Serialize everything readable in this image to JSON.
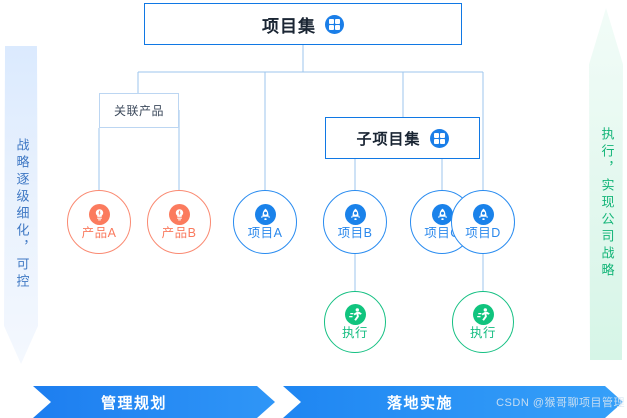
{
  "diagram": {
    "title_box": {
      "label": "项目集",
      "icon": "grid-icon"
    },
    "sub_box": {
      "label": "子项目集",
      "icon": "grid-icon"
    },
    "related_box": {
      "label": "关联产品"
    }
  },
  "nodes": {
    "products": [
      {
        "label": "产品A",
        "icon": "lightbulb-icon"
      },
      {
        "label": "产品B",
        "icon": "lightbulb-icon"
      }
    ],
    "projects": [
      {
        "label": "项目A",
        "icon": "rocket-icon"
      },
      {
        "label": "项目B",
        "icon": "rocket-icon"
      },
      {
        "label": "项目C",
        "icon": "rocket-icon"
      },
      {
        "label": "项目D",
        "icon": "rocket-icon"
      }
    ],
    "executions": [
      {
        "label": "执行",
        "icon": "runner-icon"
      },
      {
        "label": "执行",
        "icon": "runner-icon"
      }
    ]
  },
  "bands": {
    "left": {
      "text": "战略逐级细化，可控",
      "direction": "down"
    },
    "right": {
      "text": "执行，实现公司战略",
      "direction": "up"
    }
  },
  "banner": {
    "steps": [
      {
        "label": "管理规划"
      },
      {
        "label": "落地实施"
      }
    ],
    "watermark": "CSDN @猴哥聊项目管理"
  },
  "colors": {
    "blue": "#1078e4",
    "light_blue_line": "#9cc6ee",
    "orange": "#fb7b5e",
    "green": "#10c47e",
    "band_left_text": "#3f78c4",
    "band_right_text": "#13b578"
  }
}
